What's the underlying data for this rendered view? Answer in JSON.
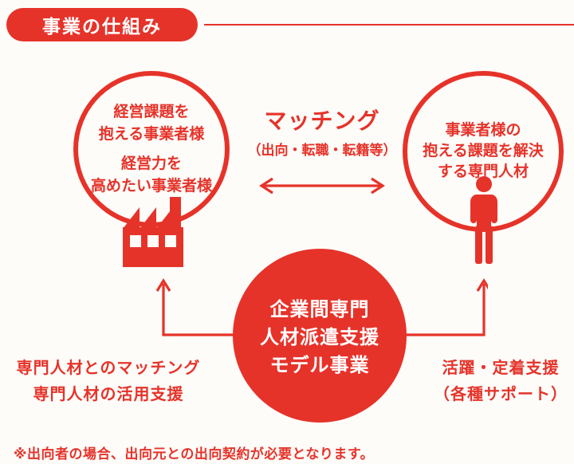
{
  "colors": {
    "red": "#E6332A",
    "background": "#FDFCF9",
    "white": "#FFFFFF"
  },
  "header": {
    "title": "事業の仕組み"
  },
  "left_circle": {
    "icon": "factory-icon",
    "lines": [
      "経営課題を",
      "抱える事業者様",
      "経営力を",
      "高めたい事業者様"
    ]
  },
  "right_circle": {
    "icon": "person-icon",
    "lines": [
      "事業者様の",
      "抱える課題を解決",
      "する専門人材"
    ]
  },
  "matching": {
    "title": "マッチング",
    "subtitle": "（出向・転職・転籍等）",
    "arrow": "double-headed-horizontal-arrow"
  },
  "center_circle": {
    "lines": [
      "企業間専門",
      "人材派遣支援",
      "モデル事業"
    ]
  },
  "left_label": {
    "lines": [
      "専門人材とのマッチング",
      "専門人材の活用支援"
    ]
  },
  "right_label": {
    "lines": [
      "活躍・定着支援",
      "（各種サポート）"
    ]
  },
  "footnote": "※出向者の場合、出向元との出向契約が必要となります。"
}
